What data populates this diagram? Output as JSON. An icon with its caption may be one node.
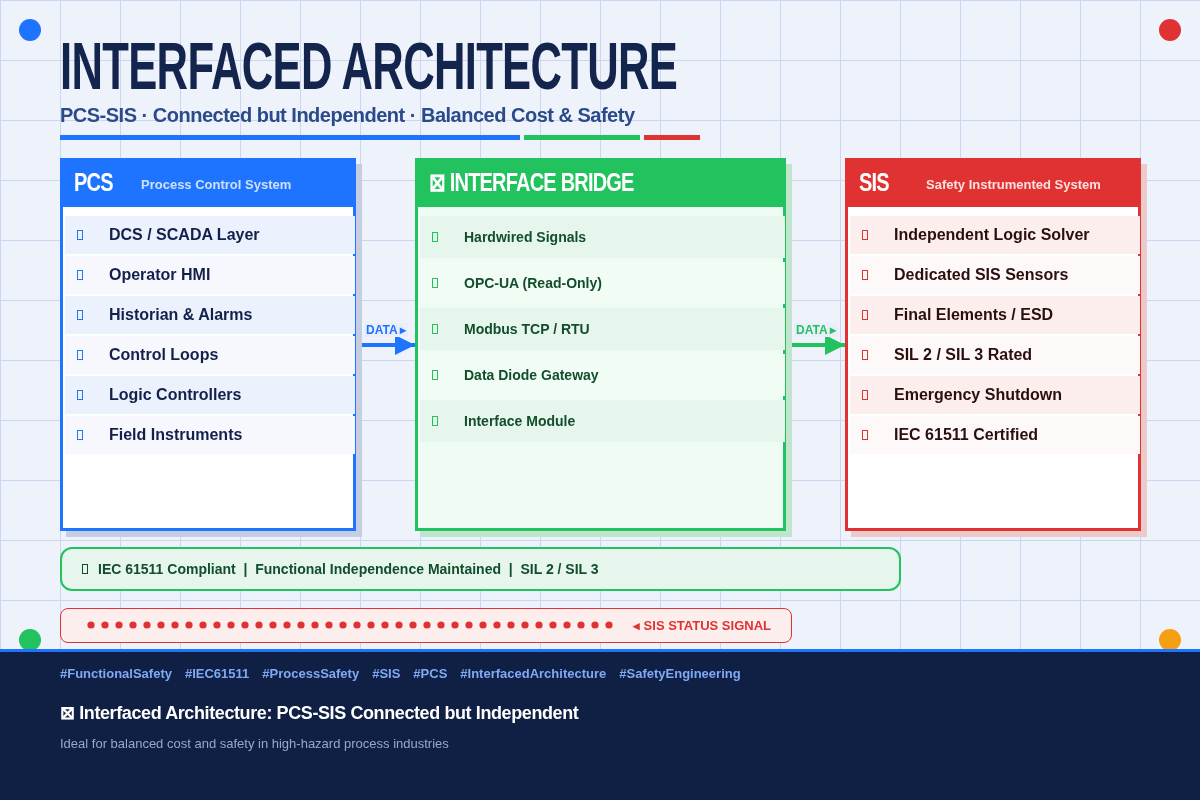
{
  "diagram": {
    "title": "INTERFACED ARCHITECTURE",
    "nodes": [
      {
        "text": [
          "PCS",
          "Process Control System"
        ]
      },
      {
        "text": [
          "DCS / SCADA Layer"
        ],
        "in": 0
      },
      {
        "text": [
          "Operator HMI"
        ],
        "in": 0
      },
      {
        "text": [
          "Historian & Alarms"
        ],
        "in": 0
      },
      {
        "text": [
          "Control Loops"
        ],
        "in": 0
      },
      {
        "text": [
          "Logic Controllers"
        ],
        "in": 0
      },
      {
        "text": [
          "Field Instruments"
        ],
        "in": 0
      },
      {
        "text": [
          "⊠ INTERFACE BRIDGE"
        ]
      },
      {
        "text": [
          "Hardwired Signals"
        ],
        "in": 7
      },
      {
        "text": [
          "OPC-UA  (Read-Only)"
        ],
        "in": 7
      },
      {
        "text": [
          "Modbus TCP / RTU"
        ],
        "in": 7
      },
      {
        "text": [
          "Data Diode Gateway"
        ],
        "in": 7
      },
      {
        "text": [
          "Interface Module"
        ],
        "in": 7
      },
      {
        "text": [
          "SIS",
          "Safety Instrumented System"
        ]
      },
      {
        "text": [
          "Independent Logic Solver"
        ],
        "in": 13
      },
      {
        "text": [
          "Dedicated SIS Sensors"
        ],
        "in": 13
      },
      {
        "text": [
          "Final Elements / ESD"
        ],
        "in": 13
      },
      {
        "text": [
          "SIL 2 / SIL 3 Rated"
        ],
        "in": 13
      },
      {
        "text": [
          "Emergency Shutdown"
        ],
        "in": 13
      },
      {
        "text": [
          "IEC 61511 Certified"
        ],
        "in": 13
      },
      {
        "text": [
          "IEC 61511 Compliant  |  Functional Independence Maintained  |  SIL 2 / SIL 3"
        ]
      },
      {
        "text": [
          "◂ SIS STATUS SIGNAL"
        ]
      }
    ],
    "edges": [
      {
        "from": 0,
        "to": 7,
        "arrow": "to",
        "label": "DATA ▸",
        "color": "#1f74ff"
      },
      {
        "from": 7,
        "to": 13,
        "arrow": "to",
        "label": "DATA ▸",
        "color": "#22c35e"
      }
    ],
    "labels": [
      "PCS-SIS · Connected but Independent · Balanced Cost & Safety",
      "#FunctionalSafety",
      "#IEC61511",
      "#ProcessSafety",
      "#SIS",
      "#PCS",
      "#InterfacedArchitecture",
      "#SafetyEngineering",
      "⊠ Interfaced Architecture: PCS-SIS Connected but Independent",
      "Ideal for balanced cost and safety in high-hazard process industries"
    ]
  }
}
